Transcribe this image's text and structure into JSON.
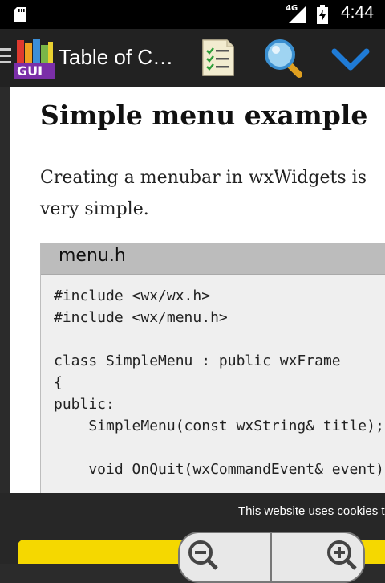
{
  "status_bar": {
    "network_label": "4G",
    "time": "4:44"
  },
  "action_bar": {
    "title": "Table of C…",
    "icons": [
      "sd-card-icon",
      "app-logo-icon",
      "contents-list-icon",
      "search-icon",
      "chevron-down-icon"
    ],
    "logo_text": "GUI"
  },
  "article": {
    "heading": "Simple menu example",
    "intro_line1": "Creating a menubar in wxWidgets is",
    "intro_line2": "very simple.",
    "code_file": "menu.h",
    "code_lines": [
      "#include <wx/wx.h>",
      "#include <wx/menu.h>",
      "",
      "class SimpleMenu : public wxFrame",
      "{",
      "public:",
      "    SimpleMenu(const wxString& title);",
      "",
      "    void OnQuit(wxCommandEvent& event);"
    ]
  },
  "cookie_notice": {
    "text": "This website uses cookies to ensure you get the best experience"
  },
  "zoom": {
    "out_icon": "zoom-out-icon",
    "in_icon": "zoom-in-icon"
  },
  "colors": {
    "accent_blue": "#1f7bd6",
    "cookie_button": "#f5d800"
  }
}
